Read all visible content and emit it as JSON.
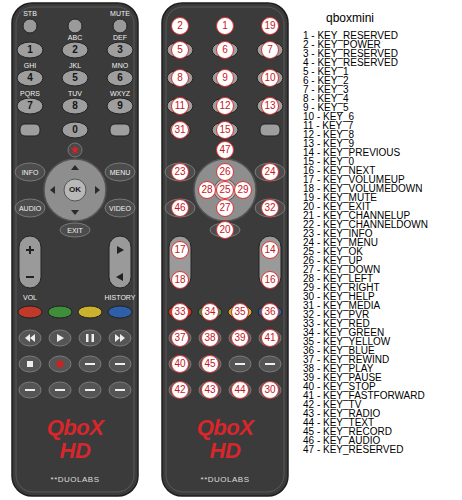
{
  "diagram": {
    "title": "qboxmini",
    "labels": [
      "STB",
      "MUTE",
      "1",
      "ABC",
      "2",
      "DEF",
      "3",
      "GHI",
      "4",
      "JKL",
      "5",
      "MNO",
      "6",
      "PQRS",
      "7",
      "TUV",
      "8",
      "WXYZ",
      "9",
      "0",
      "INFO",
      "MENU",
      "OK",
      "AUDIO",
      "VIDEO",
      "EXIT",
      "VOL",
      "HISTORY",
      "QboX",
      "HD",
      "**DUOLABS",
      "2",
      "1",
      "19",
      "5",
      "6",
      "7",
      "8",
      "9",
      "10",
      "11",
      "12",
      "13",
      "31",
      "15",
      "47",
      "23",
      "26",
      "24",
      "28",
      "25",
      "29",
      "46",
      "27",
      "32",
      "20",
      "17",
      "14",
      "18",
      "16",
      "33",
      "34",
      "35",
      "36",
      "37",
      "38",
      "39",
      "41",
      "40",
      "45",
      "42",
      "43",
      "44",
      "30",
      "QboX",
      "HD",
      "**DUOLABS",
      "1 - KEY_RESERVED",
      "2 - KEY_POWER",
      "3 - KEY_RESERVED",
      "4 - KEY_RESERVED",
      "5 - KEY_1",
      "6 - KEY_2",
      "7 - KEY_3",
      "8 - KEY_4",
      "9 - KEY_5",
      "10 - KEY_6",
      "11 - KEY_7",
      "12 - KEY_8",
      "13 - KEY_9",
      "14 - KEY_PREVIOUS",
      "15 - KEY_0",
      "16 - KEY_NEXT",
      "17 - KEY_VOLUMEUP",
      "18 - KEY_VOLUMEDOWN",
      "19 - KEY_MUTE",
      "20 - KEY_EXIT",
      "21 - KEY_CHANNELUP",
      "22 - KEY_CHANNELDOWN",
      "23 - KEY_INFO",
      "24 - KEY_MENU",
      "25 - KEY_OK",
      "26 - KEY_UP",
      "27 - KEY_DOWN",
      "28 - KEY_LEFT",
      "29 - KEY_RIGHT",
      "30 - KEY_HELP",
      "31 - KEY_MEDIA",
      "32 - KEY_PVR",
      "33 - KEY_RED",
      "34 - KEY_GREEN",
      "35 - KEY_YELLOW",
      "36 - KEY_BLUE",
      "37 - KEY_REWIND",
      "38 - KEY_PLAY",
      "39 - KEY_PAUSE",
      "40 - KEY_STOP",
      "41 - KEY_FASTFORWARD",
      "42 - KEY_TV",
      "43 - KEY_RADIO",
      "44 - KEY_TEXT",
      "45 - KEY_RECORD",
      "46 - KEY_AUDIO",
      "47 - KEY_RESERVED"
    ]
  }
}
